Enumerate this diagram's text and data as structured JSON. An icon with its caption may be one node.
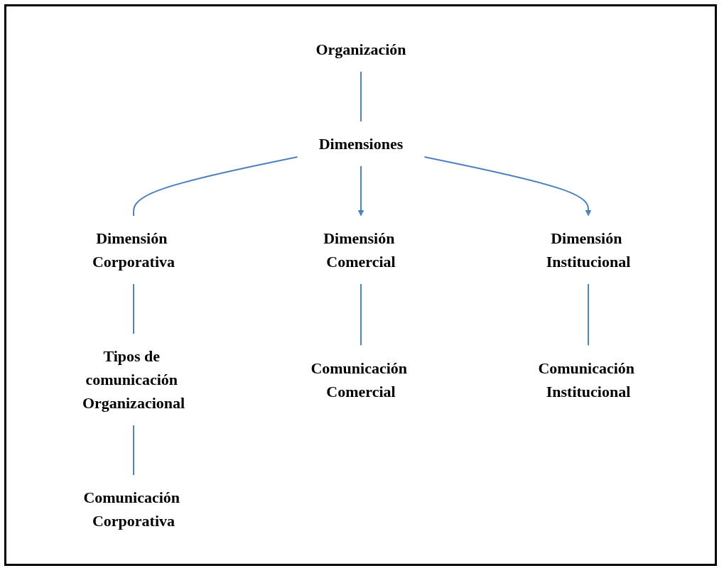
{
  "diagram": {
    "nodes": [
      {
        "text": [
          "Organización"
        ]
      },
      {
        "text": [
          "Dimensiones"
        ]
      },
      {
        "text": [
          "Dimensión Comercial"
        ]
      },
      {
        "text": [
          "Dimensión Corporativa"
        ]
      },
      {
        "text": [
          "Dimensión Institucional"
        ]
      },
      {
        "text": [
          "Tipos de comunicación Organizacional"
        ]
      },
      {
        "text": [
          "Comunicación Comercial"
        ]
      },
      {
        "text": [
          "Comunicación Corporativa"
        ]
      },
      {
        "text": [
          "Comunicación Institucional"
        ]
      }
    ],
    "edges": [
      {
        "from": 0,
        "to": 1,
        "arrow": "none"
      },
      {
        "from": 1,
        "to": 2,
        "arrow": "to"
      },
      {
        "from": 1,
        "to": 3,
        "arrow": "none"
      },
      {
        "from": 1,
        "to": 4,
        "arrow": "to"
      },
      {
        "from": 3,
        "to": 5,
        "arrow": "none"
      },
      {
        "from": 2,
        "to": 6,
        "arrow": "none"
      },
      {
        "from": 5,
        "to": 7,
        "arrow": "none"
      },
      {
        "from": 4,
        "to": 8,
        "arrow": "none"
      }
    ]
  }
}
